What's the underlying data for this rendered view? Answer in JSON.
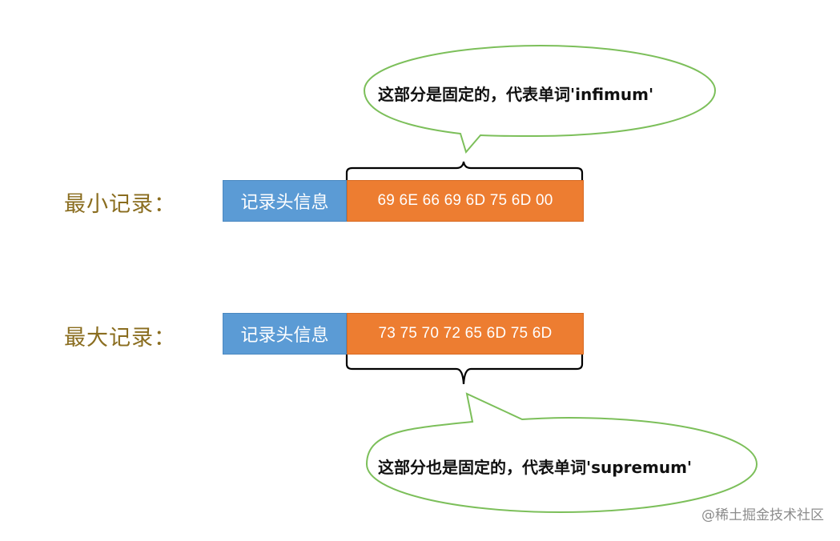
{
  "records": {
    "min": {
      "label": "最小记录：",
      "header": "记录头信息",
      "hex": "69 6E 66 69 6D 75 6D 00"
    },
    "max": {
      "label": "最大记录：",
      "header": "记录头信息",
      "hex": "73 75 70 72 65 6D 75 6D"
    }
  },
  "callouts": {
    "top": "这部分是固定的，代表单词'infimum'",
    "bottom": "这部分也是固定的，代表单词'supremum'"
  },
  "colors": {
    "header": "#5b9bd5",
    "hex": "#ed7d31",
    "callout_border": "#7cbf5a",
    "label": "#8a6d1f"
  },
  "watermark": "@稀土掘金技术社区"
}
